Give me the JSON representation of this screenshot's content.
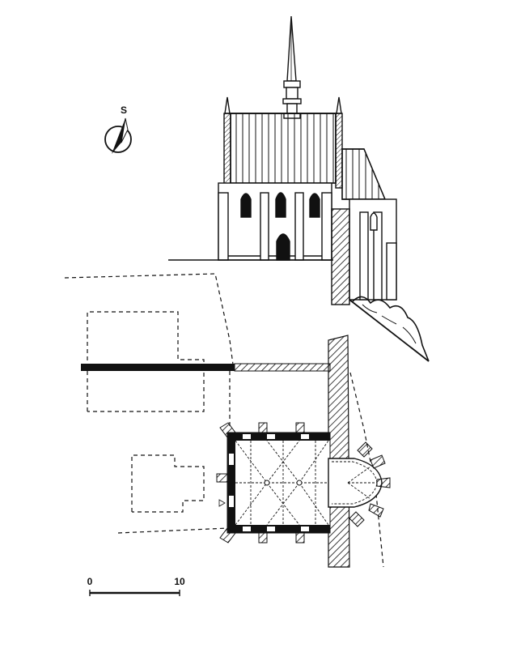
{
  "compass": {
    "label": "S",
    "icon": "north-arrow-icon"
  },
  "scale_bar": {
    "start_label": "0",
    "end_label": "10"
  },
  "colors": {
    "ink": "#111111",
    "paper": "#ffffff"
  }
}
